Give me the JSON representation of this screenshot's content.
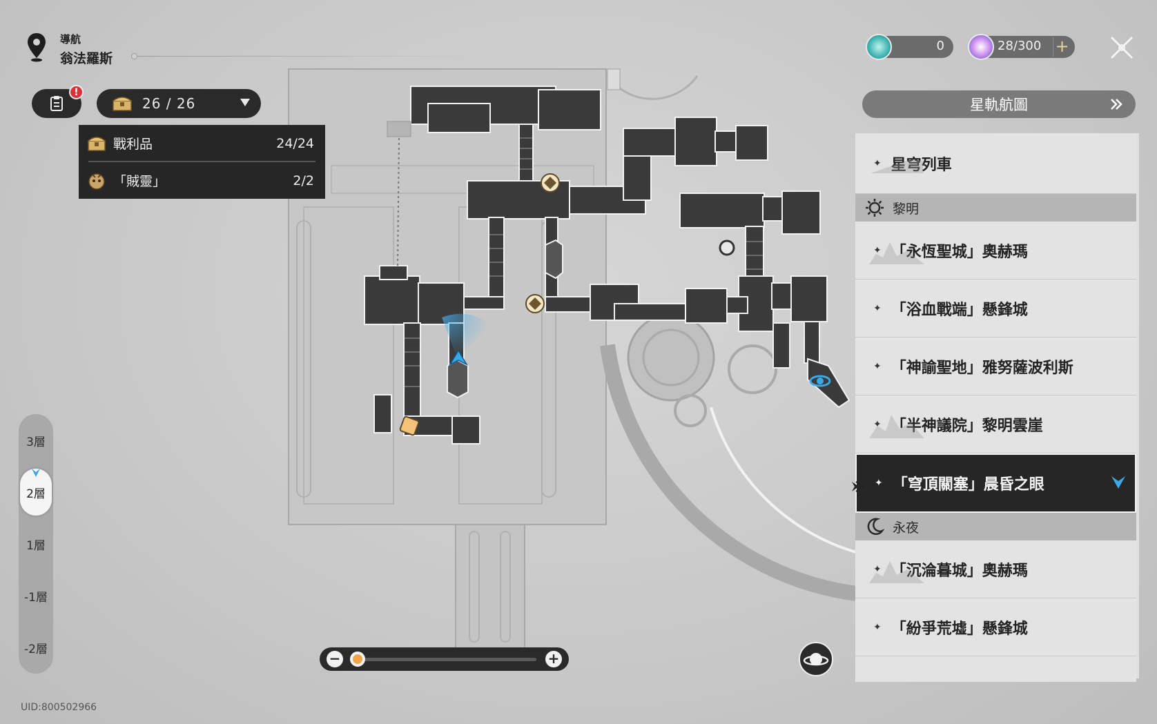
{
  "navigation": {
    "label": "導航",
    "location": "翁法羅斯"
  },
  "mission": {
    "badge": "!"
  },
  "chest": {
    "count": "26 / 26",
    "dropdown": [
      {
        "label": "戰利品",
        "count": "24/24",
        "icon": "treasure-chest-icon"
      },
      {
        "label": "「賊靈」",
        "count": "2/2",
        "icon": "thief-spirit-icon"
      }
    ]
  },
  "currency": {
    "first": {
      "value": "0",
      "icon": "cyan-orb-icon",
      "color": "#3fb3b0"
    },
    "second": {
      "value": "28/300",
      "icon": "purple-orb-icon",
      "color": "#d59cf2"
    }
  },
  "panel": {
    "starmap_label": "星軌航圖",
    "top_item": "星穹列車",
    "groups": [
      {
        "header": "黎明",
        "icon": "sun-icon",
        "items": [
          "「永恆聖城」奧赫瑪",
          "「浴血戰端」懸鋒城",
          "「神諭聖地」雅努薩波利斯",
          "「半神議院」黎明雲崖",
          "「穹頂關塞」晨昏之眼"
        ]
      },
      {
        "header": "永夜",
        "icon": "moon-icon",
        "items": [
          "「沉淪暮城」奧赫瑪",
          "「紛爭荒墟」懸鋒城"
        ]
      }
    ],
    "selected": "「穹頂關塞」晨昏之眼"
  },
  "floors": [
    "3層",
    "2層",
    "1層",
    "-1層",
    "-2層"
  ],
  "active_floor": "2層",
  "zoom": {
    "level": 0.0
  },
  "uid": "UID:800502966",
  "colors": {
    "accent_blue": "#3aa8e6",
    "marker_gold": "#e8a74d",
    "selected_bg": "#262626"
  }
}
